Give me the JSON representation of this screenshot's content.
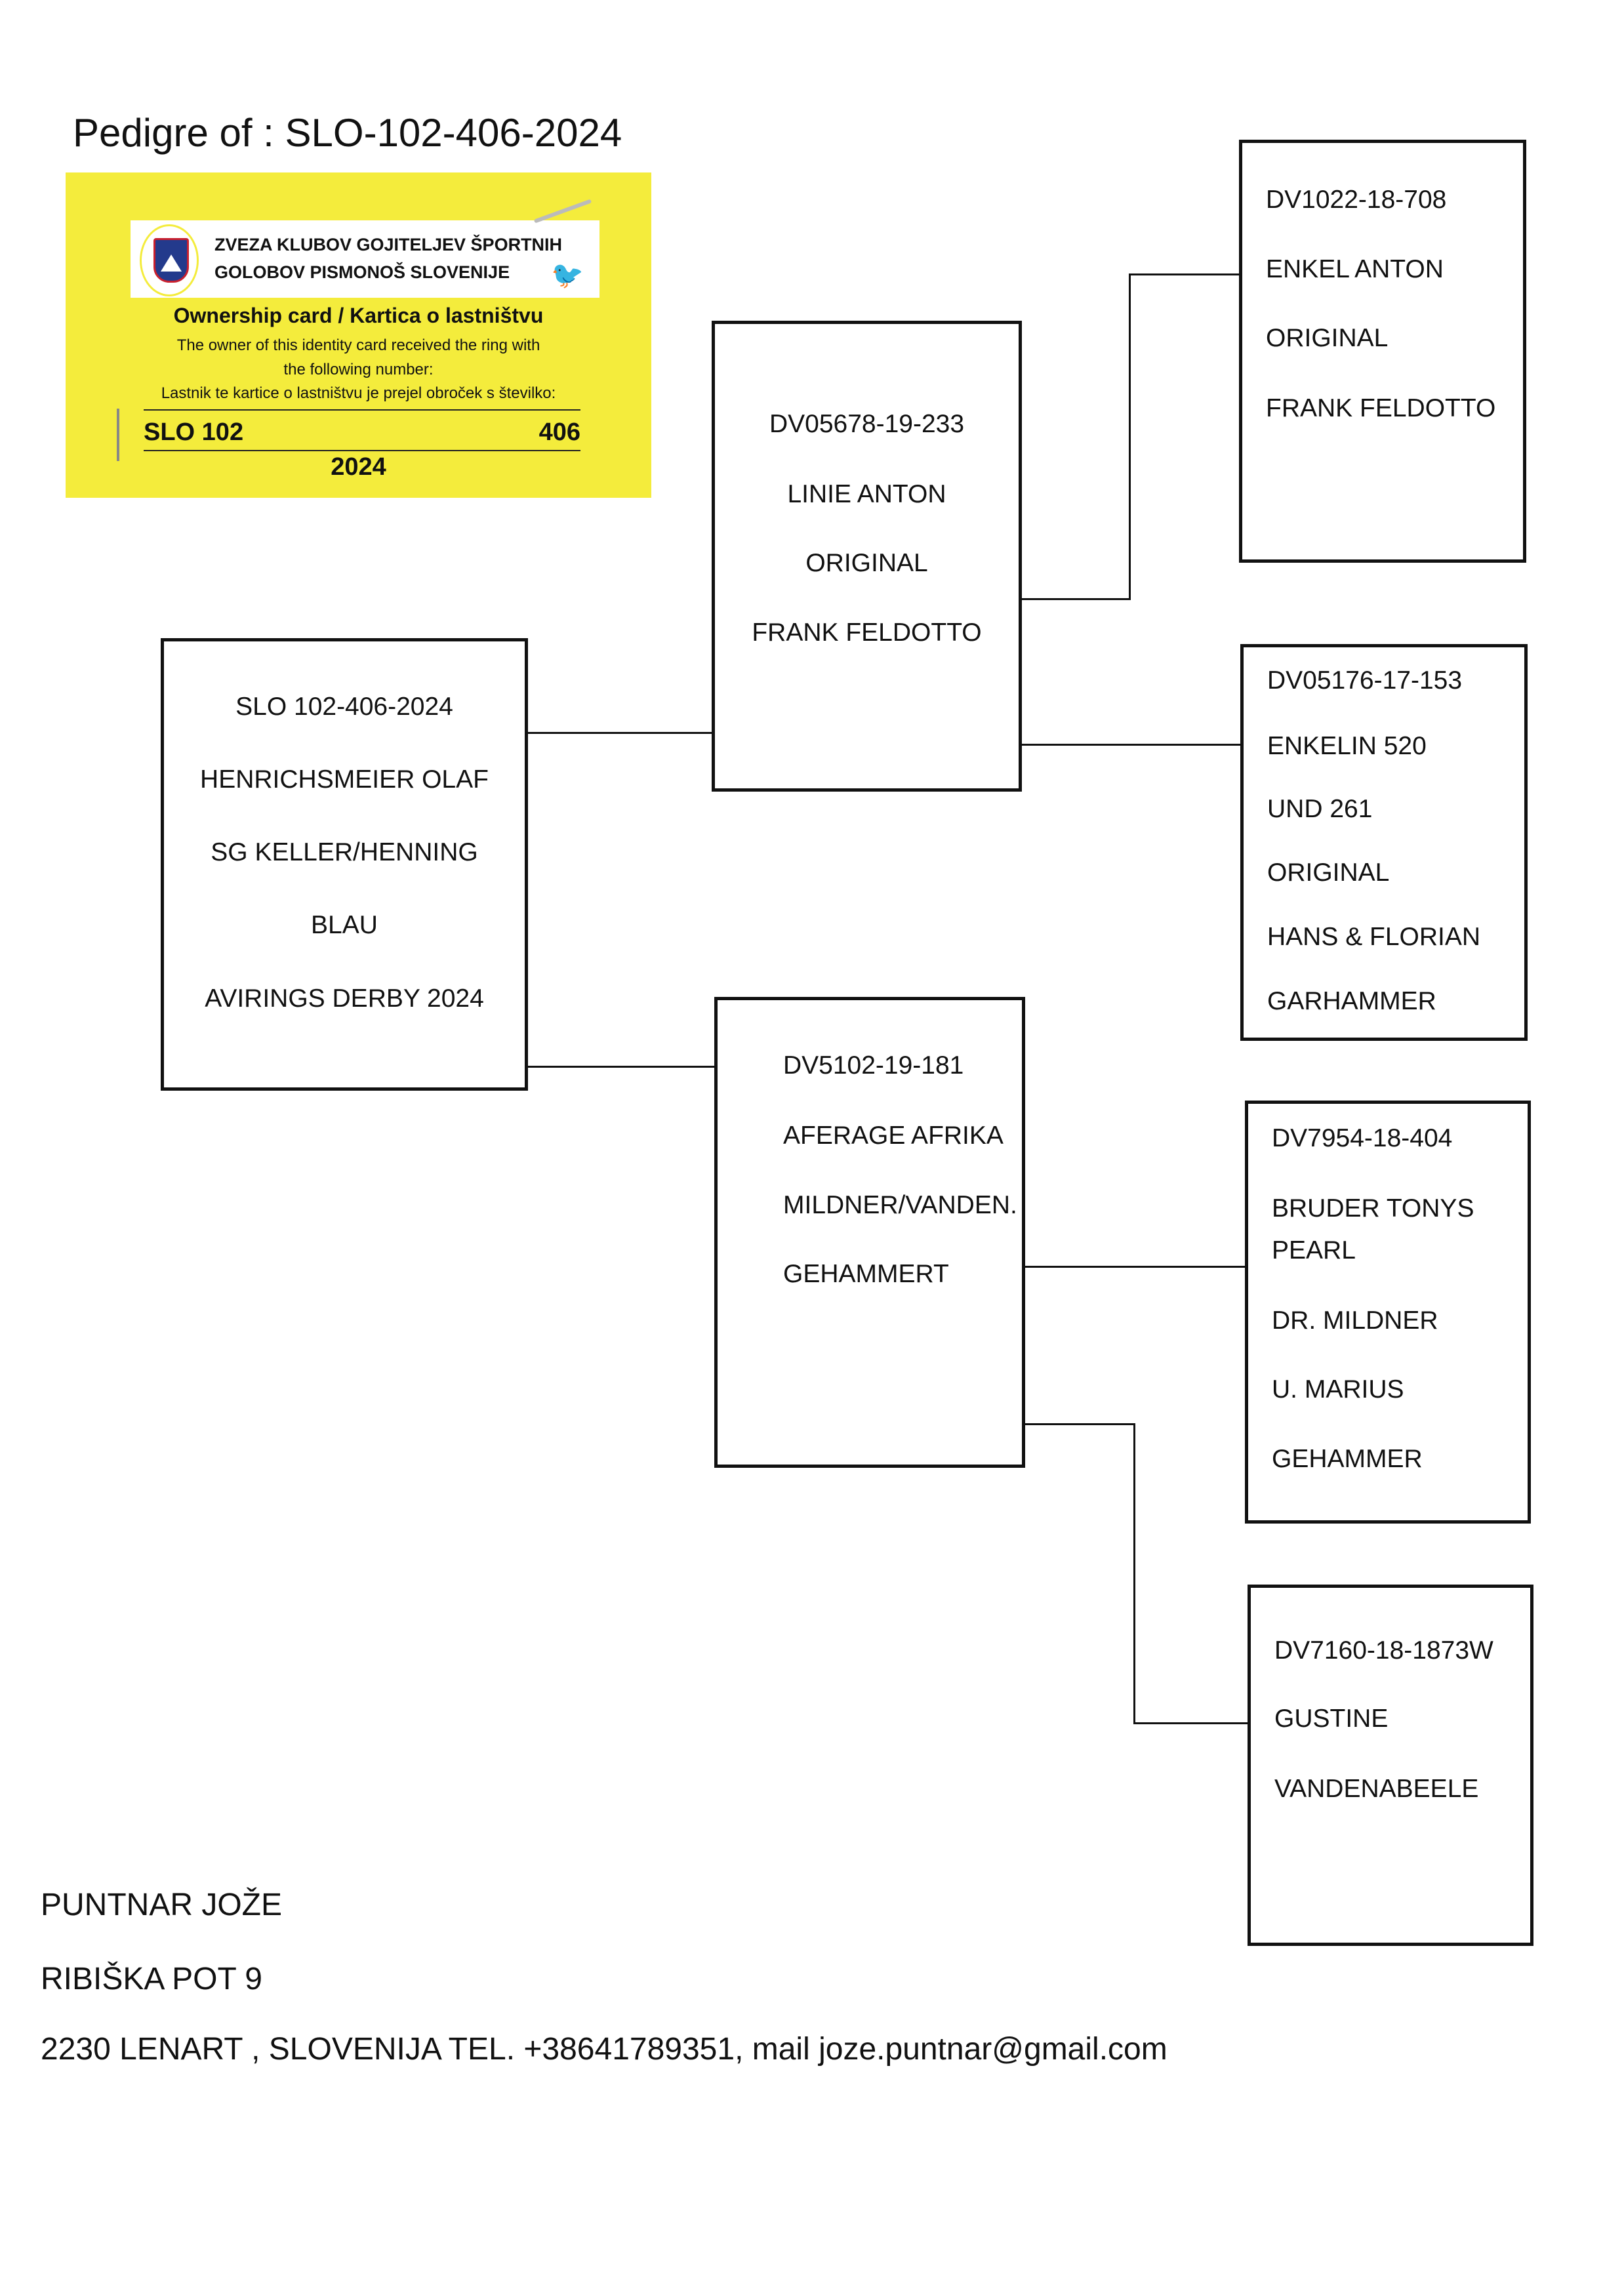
{
  "header": {
    "title": "Pedigre of :  SLO-102-406-2024"
  },
  "ownership_card": {
    "org_line1": "ZVEZA KLUBOV GOJITELJEV ŠPORTNIH",
    "org_line2": "GOLOBOV PISMONOŠ SLOVENIJE",
    "heading": "Ownership card / Kartica o lastništvu",
    "text_line1": "The owner of this identity card received the ring with",
    "text_line2": "the following number:",
    "text_line3": "Lastnik te kartice o lastništvu je prejel obroček s številko:",
    "ring_prefix": "SLO 102",
    "ring_number": "406",
    "ring_year": "2024",
    "colors": {
      "card": "#f4ec3c"
    }
  },
  "pedigree": {
    "subject": [
      "SLO 102-406-2024",
      "HENRICHSMEIER OLAF",
      "SG KELLER/HENNING",
      "BLAU",
      "AVIRINGS DERBY 2024"
    ],
    "sire": [
      "DV05678-19-233",
      "LINIE  ANTON",
      "ORIGINAL",
      "FRANK FELDOTTO"
    ],
    "dam": [
      "DV5102-19-181",
      "AFERAGE AFRIKA",
      "MILDNER/VANDEN.",
      "GEHAMMERT"
    ],
    "sire_sire": [
      "DV1022-18-708",
      "ENKEL ANTON",
      "ORIGINAL",
      "FRANK FELDOTTO"
    ],
    "sire_dam": [
      "DV05176-17-153",
      "ENKELIN 520",
      "UND 261",
      "ORIGINAL",
      "HANS & FLORIAN",
      "GARHAMMER"
    ],
    "dam_sire": [
      "DV7954-18-404",
      "BRUDER TONYS",
      "PEARL",
      "DR. MILDNER",
      "U. MARIUS",
      "GEHAMMER"
    ],
    "dam_dam": [
      "DV7160-18-1873W",
      "GUSTINE",
      "VANDENABEELE"
    ]
  },
  "footer": {
    "name": "PUNTNAR   JOŽE",
    "street": "RIBIŠKA  POT  9",
    "contact": "2230 LENART  ,  SLOVENIJA TEL. +38641789351,  mail  joze.puntnar@gmail.com"
  }
}
